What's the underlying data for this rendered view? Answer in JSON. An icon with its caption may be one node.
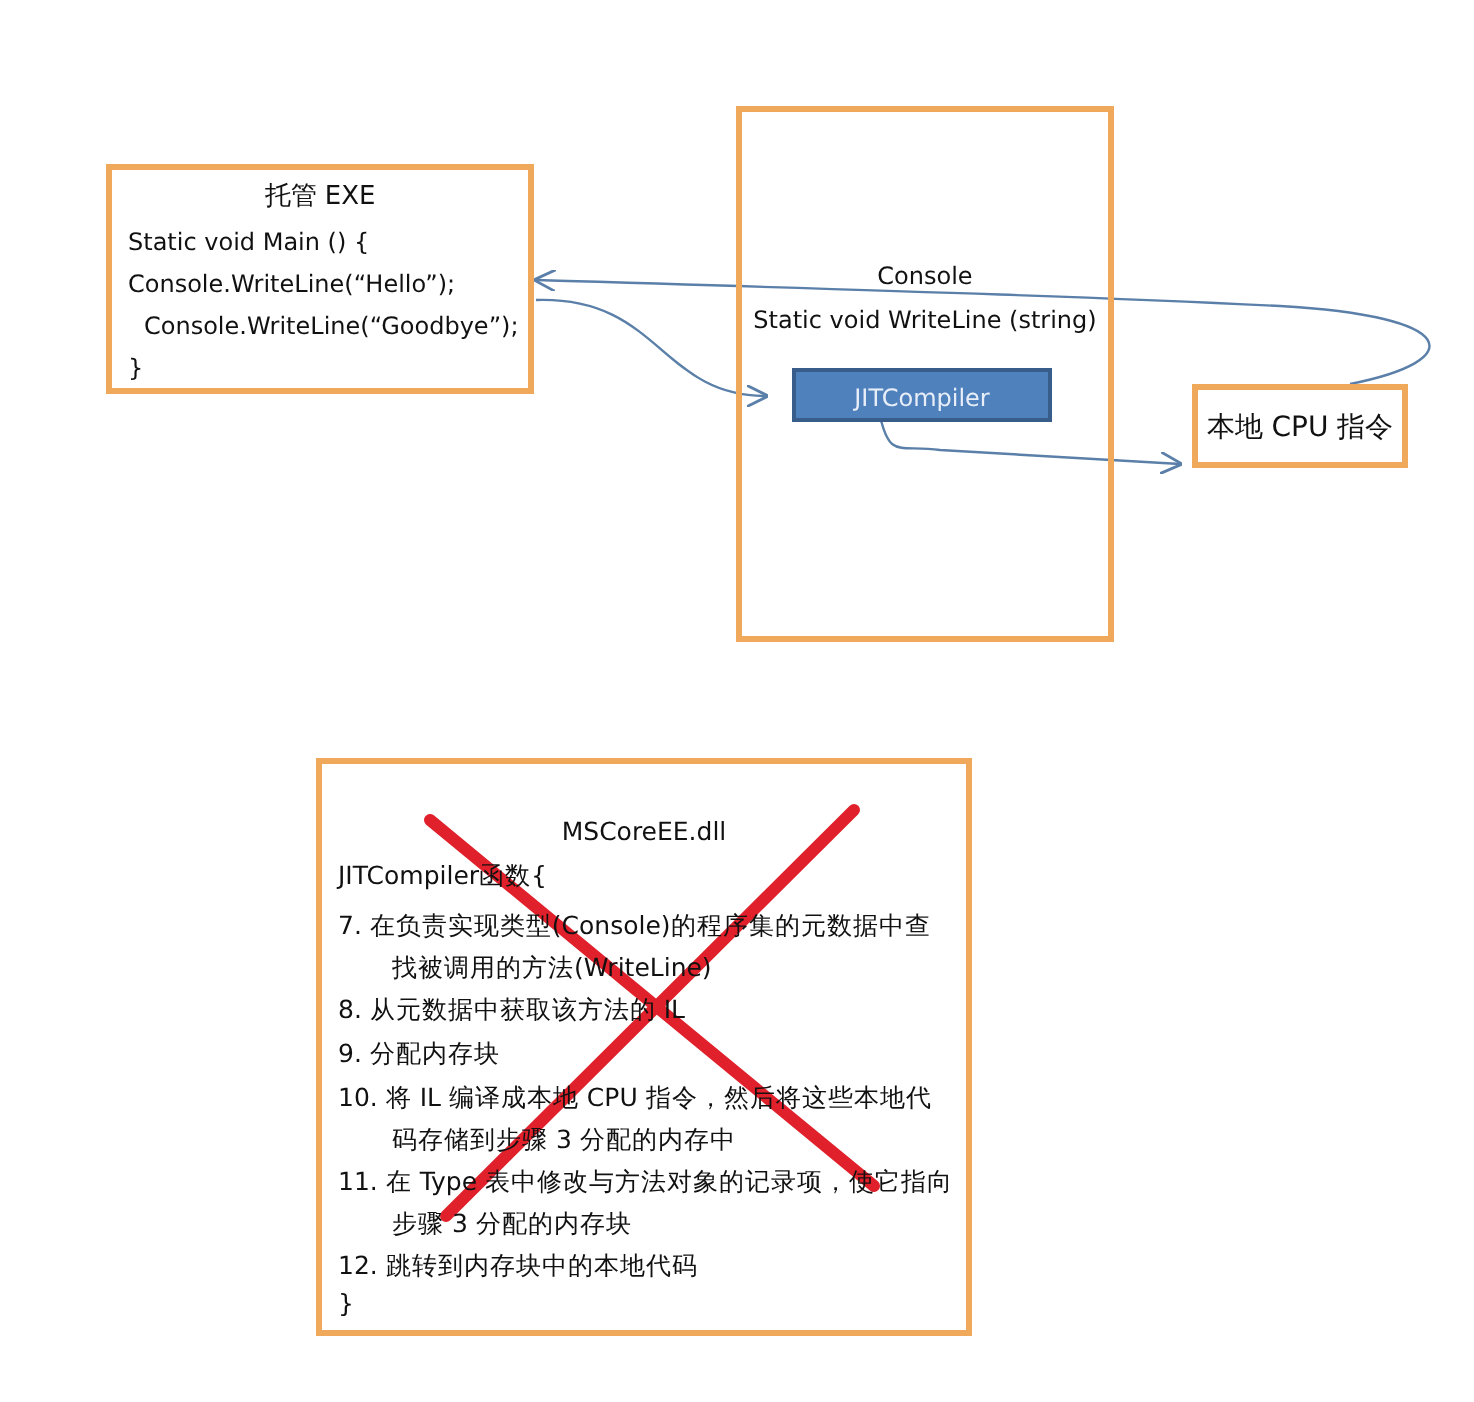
{
  "diagram": {
    "nodes": [
      {
        "text": [
          "托管 EXE",
          "Static void Main () {",
          "Console.WriteLine(“Hello”);",
          "Console.WriteLine(“Goodbye”);",
          "}"
        ]
      },
      {
        "text": [
          "Console",
          "Static void WriteLine (string)"
        ]
      },
      {
        "text": [
          "JITCompiler"
        ],
        "in": 1
      },
      {
        "text": [
          "本地 CPU 指令"
        ]
      },
      {
        "text": [
          "MSCoreEE.dll",
          "JITCompiler函数{",
          "7. 在负责实现类型(Console)的程序集的元数据中查找被调用的方法(WriteLine)",
          "8. 从元数据中获取该方法的 IL",
          "9. 分配内存块",
          "10. 将 IL 编译成本地 CPU 指令，然后将这些本地代码存储到步骤 3 分配的内存中",
          "11. 在 Type 表中修改与方法对象的记录项，使它指向步骤 3 分配的内存块",
          "12. 跳转到内存块中的本地代码",
          "}"
        ]
      }
    ],
    "edges": [
      {
        "from": 0,
        "to": 2,
        "arrow": "to"
      },
      {
        "from": 2,
        "to": 3,
        "arrow": "to"
      },
      {
        "from": 3,
        "to": 0,
        "arrow": "to"
      }
    ]
  }
}
